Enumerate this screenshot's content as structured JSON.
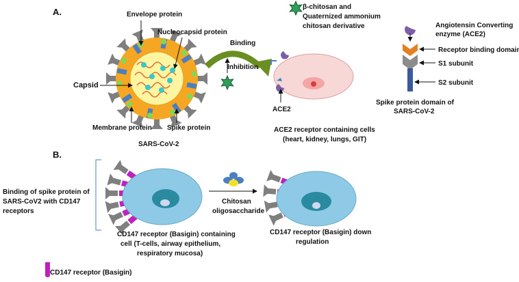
{
  "panelA": {
    "label": "A.",
    "virus": {
      "envelope": "Envelope protein",
      "nucleocapsid": "Nucleocapsid protein",
      "capsid": "Capsid",
      "membrane": "Membrane protein",
      "spike": "Spike protein",
      "name": "SARS-CoV-2"
    },
    "binding": "Binding",
    "inhibition": "Inhibition",
    "chitosan_legend": [
      "β-chitosan and",
      "Quaternized ammonium",
      "chitosan derivative"
    ],
    "ace2": "ACE2",
    "cells_caption": [
      "ACE2  receptor containing cells",
      "(heart, kidney, lungs, GIT)"
    ],
    "spike_domain": {
      "ace2_legend": [
        "Angiotensin Converting",
        "enzyme (ACE2)"
      ],
      "rbd": "Receptor binding domain",
      "s1": "S1 subunit",
      "s2": "S2 subunit",
      "title": [
        "Spike protein  domain of",
        "SARS-CoV-2"
      ]
    }
  },
  "panelB": {
    "label": "B.",
    "side_caption": [
      "Binding of spike protein of",
      "SARS-CoV2 with CD147",
      "receptors"
    ],
    "drug": [
      "Chitosan",
      "oligosaccharide"
    ],
    "left_caption": [
      "CD147 receptor (Basigin) containing",
      "cell  (T-cells, airway epithelium,",
      "respiratory mucosa)"
    ],
    "right_caption": [
      "CD147 receptor (Basigin) down",
      "regulation"
    ],
    "legend": "CD147 receptor (Basigin)"
  },
  "colors": {
    "virus_envelope": "#f5a623",
    "capsid": "#fdf5a0",
    "rna": "#e86a3a",
    "nucleocapsid": "#36c9c9",
    "membrane_protein": "#4a7fc1",
    "envelope_protein": "#7ed957",
    "spike": "#7f7f7f",
    "ace2": "#7b5ea7",
    "rbd": "#e67e22",
    "s2": "#3a5a9a",
    "ace2_cell": "#f8d7d7",
    "cd147_cell": "#8ecae6",
    "nucleus": "#2a8aa0",
    "cd147": "#c020c0",
    "inhibitor": "#2e9e5b",
    "binding_arrow": "#6b8e23"
  }
}
